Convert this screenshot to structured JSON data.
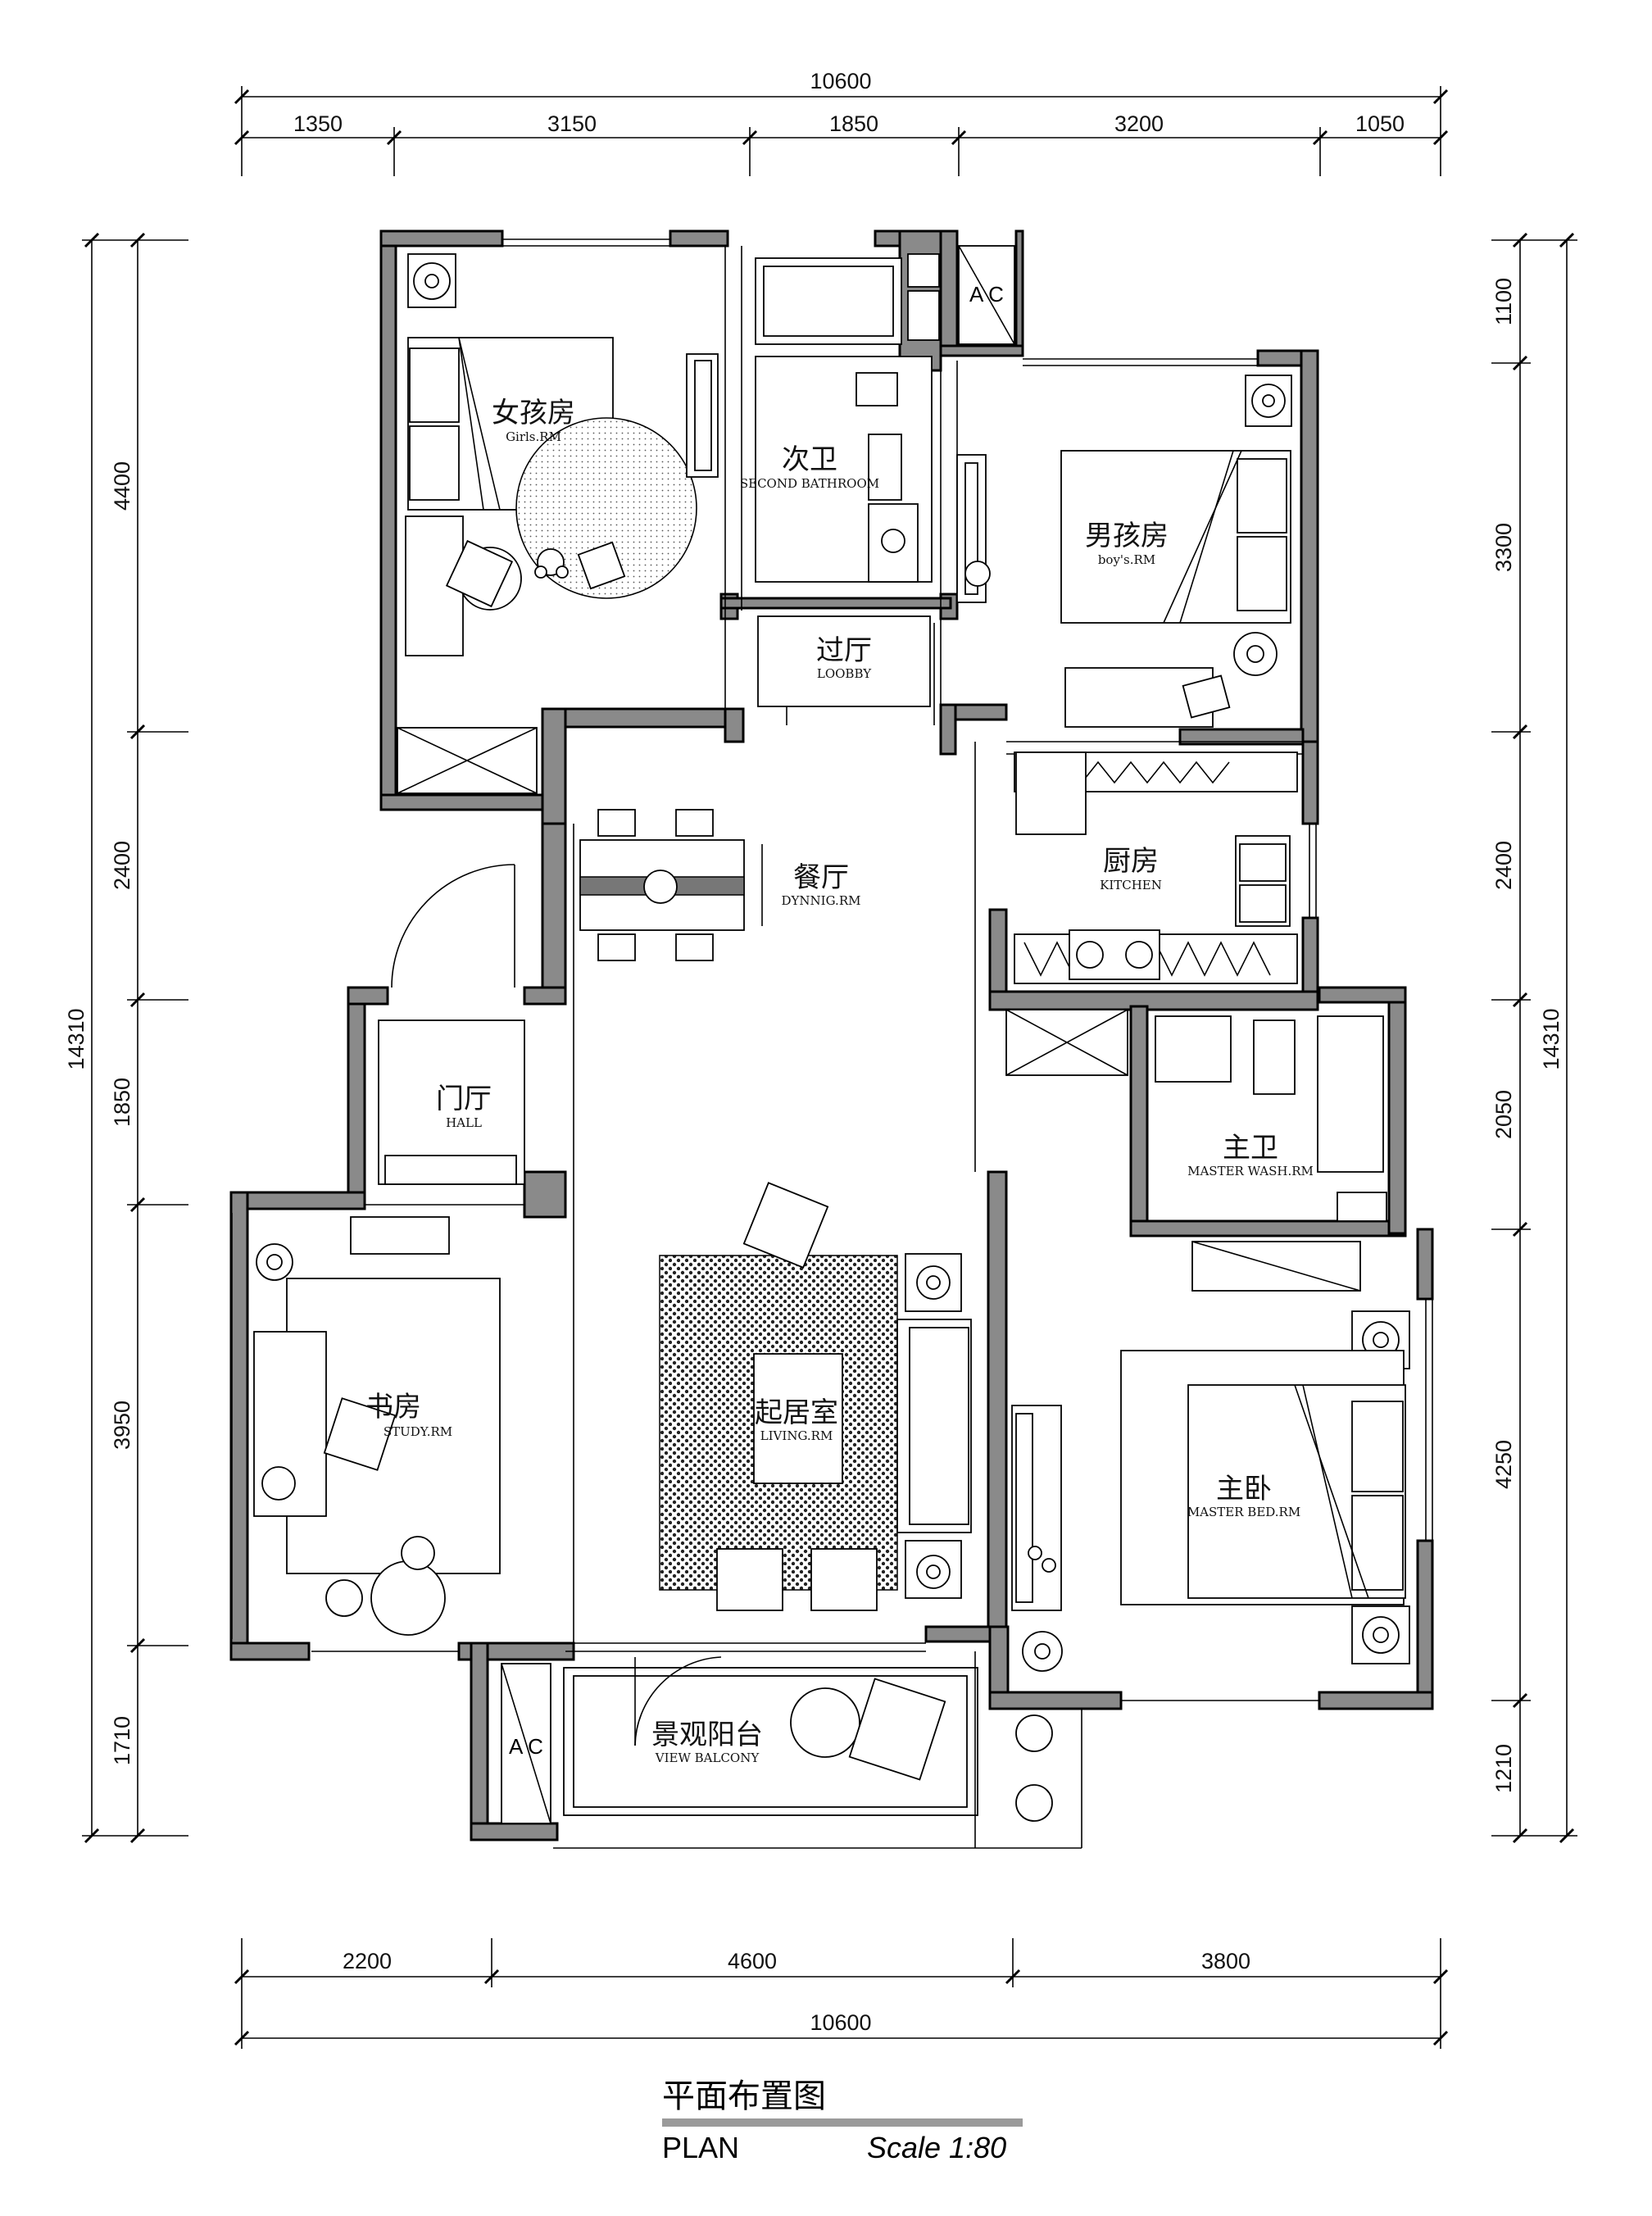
{
  "dimensions": {
    "top_total": "10600",
    "top_segments": [
      "1350",
      "3150",
      "1850",
      "3200",
      "1050"
    ],
    "bottom_total": "10600",
    "bottom_segments": [
      "2200",
      "4600",
      "3800"
    ],
    "left_total": "14310",
    "left_segments": [
      "4400",
      "2400",
      "1850",
      "3950",
      "1710"
    ],
    "right_total": "14310",
    "right_segments": [
      "1100",
      "3300",
      "2400",
      "2050",
      "4250",
      "1210"
    ]
  },
  "rooms": {
    "girls": {
      "cn": "女孩房",
      "en": "Girls.RM"
    },
    "second_bath": {
      "cn": "次卫",
      "en": "SECOND BATHROOM"
    },
    "boys": {
      "cn": "男孩房",
      "en": "boy's.RM"
    },
    "lobby": {
      "cn": "过厅",
      "en": "LOOBBY"
    },
    "dining": {
      "cn": "餐厅",
      "en": "DYNNIG.RM"
    },
    "kitchen": {
      "cn": "厨房",
      "en": "KITCHEN"
    },
    "hall": {
      "cn": "门厅",
      "en": "HALL"
    },
    "master_wash": {
      "cn": "主卫",
      "en": "MASTER WASH.RM"
    },
    "study": {
      "cn": "书房",
      "en": "STUDY.RM"
    },
    "living": {
      "cn": "起居室",
      "en": "LIVING.RM"
    },
    "master_bed": {
      "cn": "主卧",
      "en": "MASTER BED.RM"
    },
    "balcony": {
      "cn": "景观阳台",
      "en": "VIEW BALCONY"
    }
  },
  "ac_label": "A C",
  "title": {
    "cn": "平面布置图",
    "en": "PLAN",
    "scale": "Scale 1:80"
  }
}
